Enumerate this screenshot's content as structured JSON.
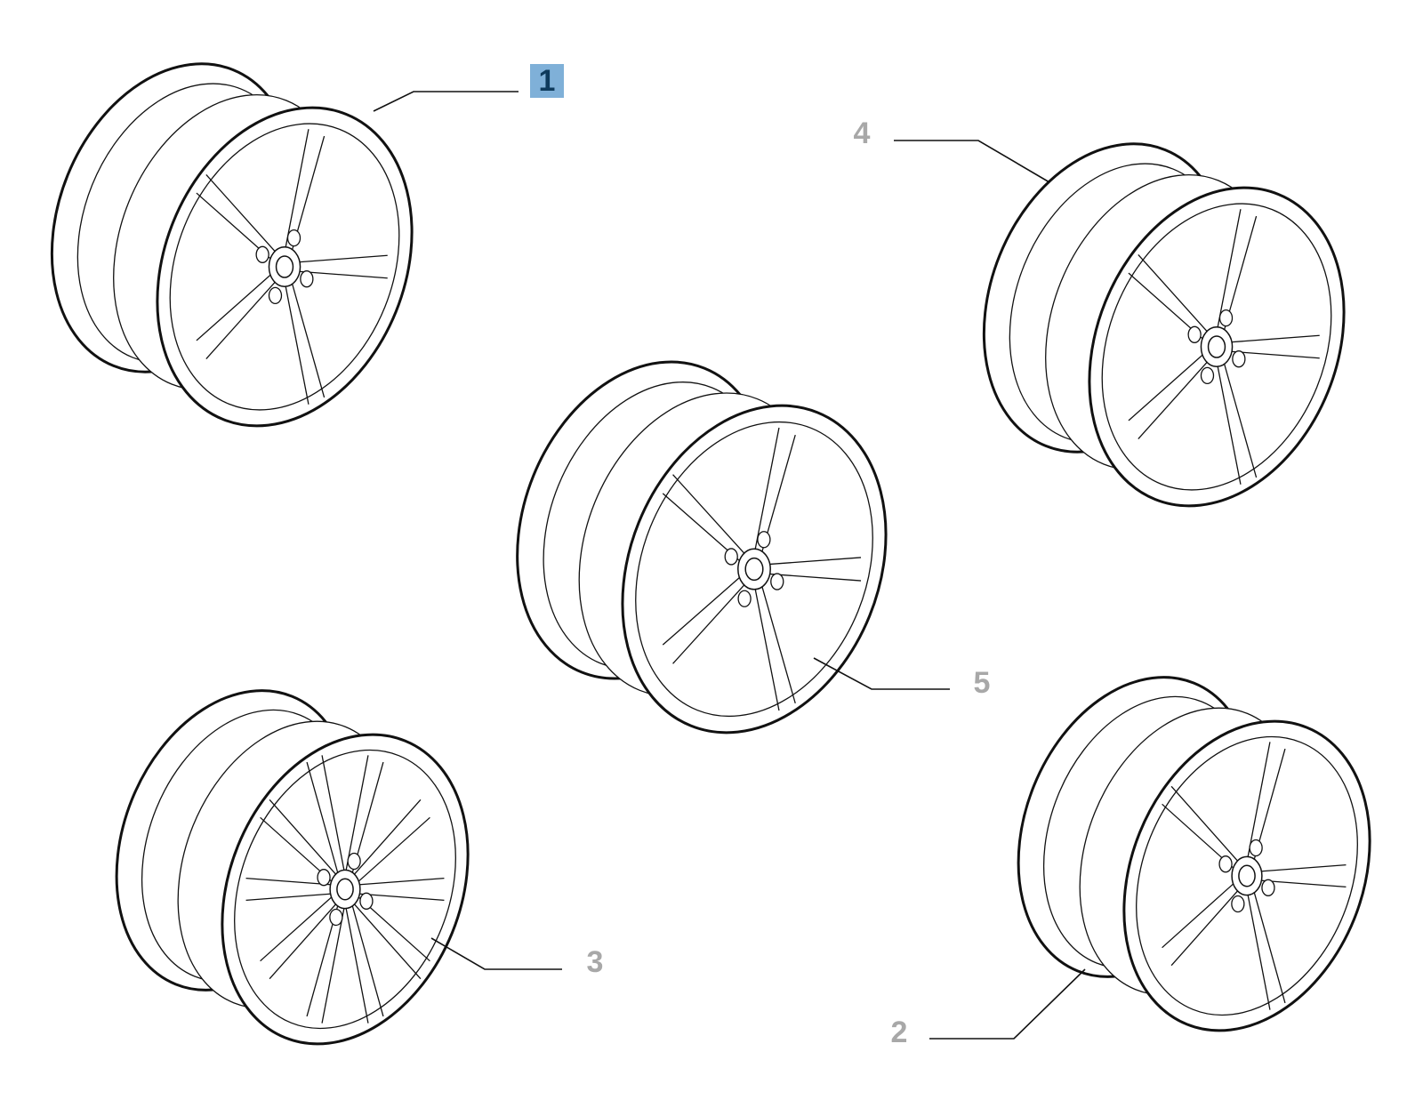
{
  "diagram": {
    "callouts": [
      {
        "number": "1",
        "highlighted": true
      },
      {
        "number": "2",
        "highlighted": false
      },
      {
        "number": "3",
        "highlighted": false
      },
      {
        "number": "4",
        "highlighted": false
      },
      {
        "number": "5",
        "highlighted": false
      }
    ],
    "colors": {
      "highlight_fill": "#7fb0d8",
      "highlight_text": "#0e3a5c",
      "label_grey": "#a8a8a8",
      "line": "#111111"
    }
  }
}
